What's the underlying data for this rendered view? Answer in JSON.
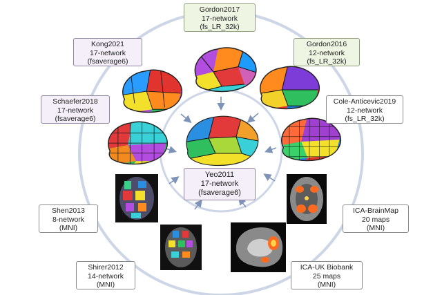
{
  "colors": {
    "ring": "#cdd6e6",
    "arrow": "#7d93b8",
    "violet_box": "#f4eff8",
    "green_box": "#eef5e3"
  },
  "center": {
    "id": "yeo2011",
    "lines": [
      "Yeo2011",
      "17-network",
      "(fsaverage6)"
    ],
    "icon": "cortical-surface-brain-icon"
  },
  "atlases": [
    {
      "id": "gordon2017",
      "style": "green",
      "lines": [
        "Gordon2017",
        "17-network",
        "(fs_LR_32k)"
      ],
      "icon": "lateral-cortex-brain-icon"
    },
    {
      "id": "gordon2016",
      "style": "green",
      "lines": [
        "Gordon2016",
        "12-network",
        "(fs_LR_32k)"
      ],
      "icon": "lateral-cortex-brain-icon"
    },
    {
      "id": "cole-anticevic2019",
      "style": "white",
      "lines": [
        "Cole-Anticevic2019",
        "12-network",
        "(fs_LR_32k)"
      ],
      "icon": "lateral-cortex-brain-icon"
    },
    {
      "id": "ica-brainmap",
      "style": "white",
      "lines": [
        "ICA-BrainMap",
        "20 maps",
        "(MNI)"
      ],
      "icon": "axial-slice-brain-icon"
    },
    {
      "id": "ica-uk-biobank",
      "style": "white",
      "lines": [
        "ICA-UK Biobank",
        "25 maps",
        "(MNI)"
      ],
      "icon": "sagittal-slice-brain-icon"
    },
    {
      "id": "shirer2012",
      "style": "white",
      "lines": [
        "Shirer2012",
        "14-network",
        "(MNI)"
      ],
      "icon": "axial-slice-brain-icon"
    },
    {
      "id": "shen2013",
      "style": "white",
      "lines": [
        "Shen2013",
        "8-network",
        "(MNI)"
      ],
      "icon": "axial-slice-brain-icon"
    },
    {
      "id": "schaefer2018",
      "style": "violet",
      "lines": [
        "Schaefer2018",
        "17-network",
        "(fsaverage6)"
      ],
      "icon": "lateral-cortex-brain-icon"
    },
    {
      "id": "kong2021",
      "style": "violet",
      "lines": [
        "Kong2021",
        "17-network",
        "(fsaverage6)"
      ],
      "icon": "lateral-cortex-brain-icon"
    }
  ]
}
